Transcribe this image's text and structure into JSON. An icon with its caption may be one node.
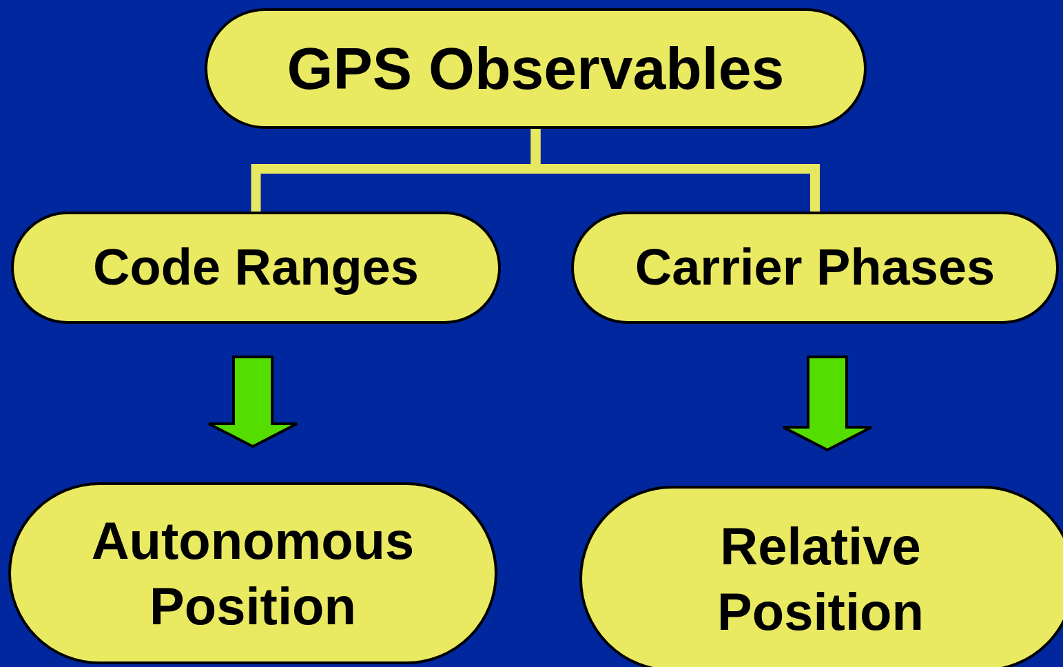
{
  "diagram": {
    "nodes": [
      {
        "text": [
          "GPS Observables"
        ]
      },
      {
        "text": [
          "Code Ranges"
        ]
      },
      {
        "text": [
          "Carrier Phases"
        ]
      },
      {
        "text": [
          "Autonomous Position"
        ]
      },
      {
        "text": [
          "Relative Position"
        ]
      }
    ],
    "edges": [
      {
        "from": 0,
        "to": 1,
        "arrow": "none",
        "color": "#e8e860"
      },
      {
        "from": 0,
        "to": 2,
        "arrow": "none",
        "color": "#e8e860"
      },
      {
        "from": 1,
        "to": 3,
        "arrow": "to",
        "style": "thick",
        "color": "#55dd00"
      },
      {
        "from": 2,
        "to": 4,
        "arrow": "to",
        "style": "thick",
        "color": "#55dd00"
      }
    ]
  }
}
